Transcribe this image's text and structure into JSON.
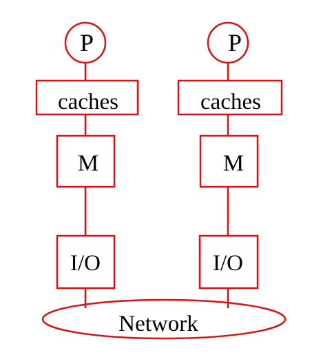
{
  "nodes": [
    {
      "processor": "P",
      "cache": "caches",
      "memory": "M",
      "io": "I/O"
    },
    {
      "processor": "P",
      "cache": "caches",
      "memory": "M",
      "io": "I/O"
    }
  ],
  "network": {
    "label": "Network"
  },
  "colors": {
    "outline": "#e01010",
    "text": "#000000",
    "background": "#ffffff"
  }
}
